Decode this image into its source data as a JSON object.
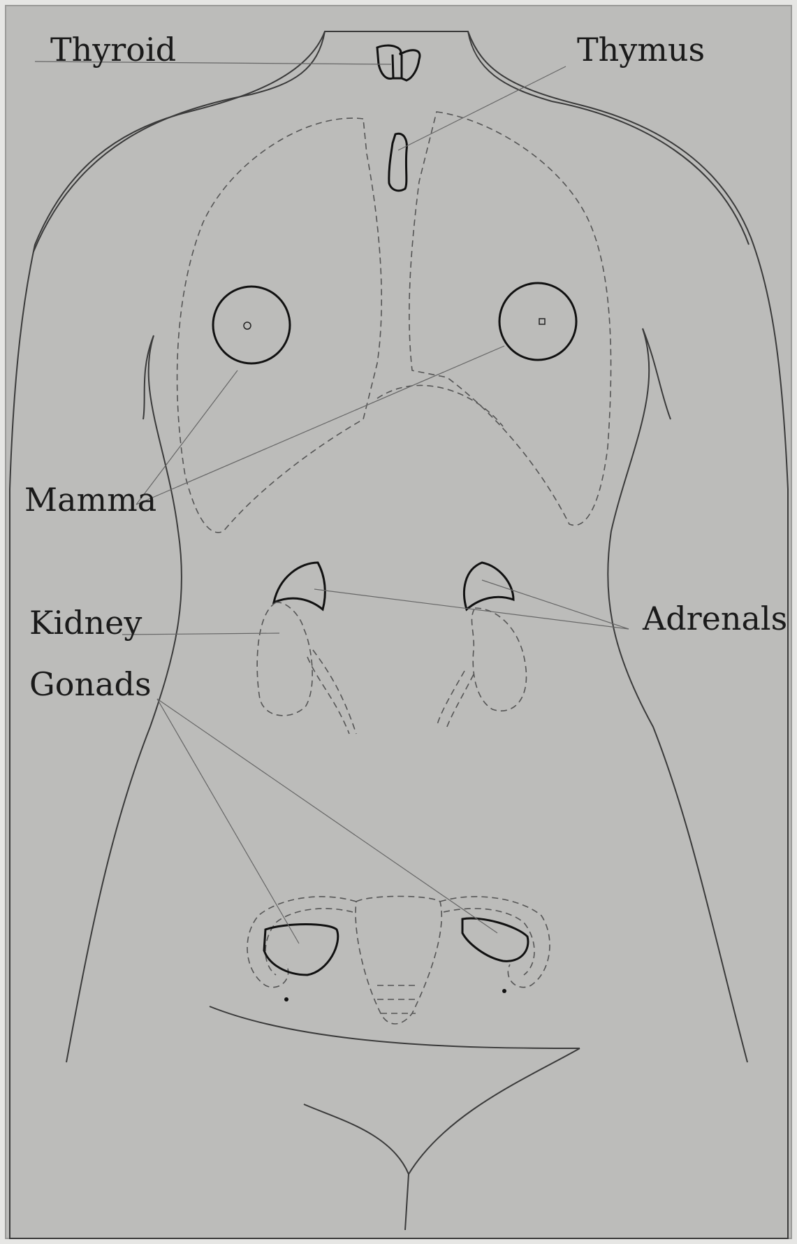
{
  "labels": {
    "thyroid": "Thyroid",
    "thymus": "Thymus",
    "mamma": "Mamma",
    "kidney": "Kidney",
    "adrenals": "Adrenals",
    "gonads": "Gonads"
  },
  "colors": {
    "background": "#e6e6e4",
    "plate": "#bcbcba",
    "ink": "#1a1a1a"
  }
}
